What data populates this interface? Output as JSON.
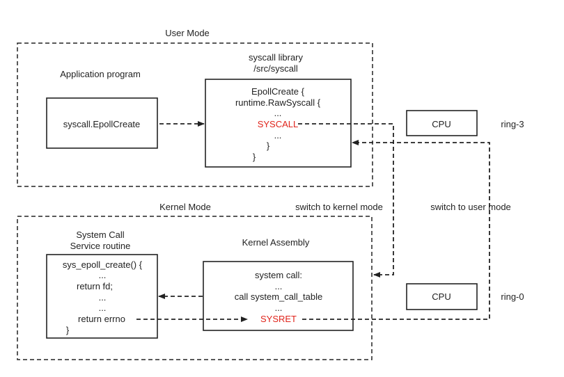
{
  "colors": {
    "stroke": "#222222",
    "highlight": "#e0241b",
    "background": "#ffffff"
  },
  "user_mode": {
    "title": "User Mode",
    "application_label": "Application program",
    "app_box_text": "syscall.EpollCreate",
    "library_label_line1": "syscall library",
    "library_label_line2": "/src/syscall",
    "library_code": [
      "EpollCreate {",
      "runtime.RawSyscall {",
      "...",
      "SYSCALL",
      "...",
      "}",
      "}"
    ]
  },
  "kernel_mode": {
    "title": "Kernel Mode",
    "service_label_line1": "System Call",
    "service_label_line2": "Service routine",
    "service_code": [
      "sys_epoll_create() {",
      "...",
      "return fd;",
      "...",
      "...",
      "return errno",
      "}"
    ],
    "assembly_label": "Kernel Assembly",
    "assembly_code": [
      "system call:",
      "...",
      "call system_call_table",
      "...",
      "SYSRET"
    ]
  },
  "cpu_top": {
    "label": "CPU",
    "ring": "ring-3"
  },
  "cpu_bottom": {
    "label": "CPU",
    "ring": "ring-0"
  },
  "transitions": {
    "to_kernel": "switch to kernel mode",
    "to_user": "switch to user mode"
  }
}
